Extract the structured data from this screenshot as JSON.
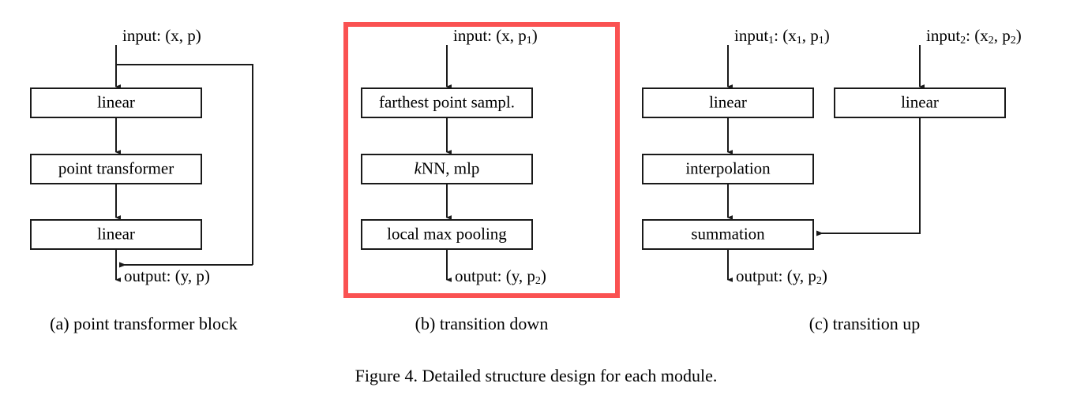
{
  "figure": {
    "caption": "Figure 4. Detailed structure design for each module.",
    "highlight_color": "#fa5252",
    "line_color": "#1a1a1a",
    "background_color": "#ffffff"
  },
  "panels": [
    {
      "id": "a",
      "caption": "(a) point transformer block",
      "highlighted": false,
      "input_labels": [
        {
          "name": "input-label-a",
          "text": "input: (x, p)"
        }
      ],
      "output_labels": [
        {
          "name": "output-label-a",
          "text": "output: (y, p)"
        }
      ],
      "boxes": [
        {
          "name": "block-linear-1",
          "label": "linear"
        },
        {
          "name": "block-point-transformer",
          "label": "point transformer"
        },
        {
          "name": "block-linear-2",
          "label": "linear"
        }
      ],
      "connections": [
        "input-to-linear-1",
        "residual-skip-branch",
        "linear-1-to-point-transformer",
        "point-transformer-to-linear-2",
        "linear-2-to-output",
        "residual-merge-arrow"
      ]
    },
    {
      "id": "b",
      "caption": "(b) transition down",
      "highlighted": true,
      "input_labels": [
        {
          "name": "input-label-b",
          "text": "input: (x, p",
          "sub": "1",
          "tail": ")"
        }
      ],
      "output_labels": [
        {
          "name": "output-label-b",
          "text": "output: (y, p",
          "sub": "2",
          "tail": ")"
        }
      ],
      "boxes": [
        {
          "name": "block-farthest-point-sampling",
          "label": "farthest point sampl."
        },
        {
          "name": "block-knn-mlp",
          "label_italic": "k",
          "label": "NN, mlp"
        },
        {
          "name": "block-local-max-pooling",
          "label": "local max pooling"
        }
      ],
      "connections": [
        "input-to-fps",
        "fps-to-knn",
        "knn-to-pooling",
        "pooling-to-output"
      ]
    },
    {
      "id": "c",
      "caption": "(c) transition up",
      "highlighted": false,
      "input_labels": [
        {
          "name": "input-label-c1",
          "text": "input",
          "sub": "1",
          "tail": ": (x",
          "sub2": "1",
          "tail2": ", p",
          "sub3": "1",
          "tail3": ")"
        },
        {
          "name": "input-label-c2",
          "text": "input",
          "sub": "2",
          "tail": ": (x",
          "sub2": "2",
          "tail2": ", p",
          "sub3": "2",
          "tail3": ")"
        }
      ],
      "output_labels": [
        {
          "name": "output-label-c",
          "text": "output: (y, p",
          "sub": "2",
          "tail": ")"
        }
      ],
      "boxes": [
        {
          "name": "block-linear-left",
          "label": "linear"
        },
        {
          "name": "block-linear-right",
          "label": "linear"
        },
        {
          "name": "block-interpolation",
          "label": "interpolation"
        },
        {
          "name": "block-summation",
          "label": "summation"
        }
      ],
      "connections": [
        "input1-to-linear-left",
        "input2-to-linear-right",
        "linear-left-to-interpolation",
        "interpolation-to-summation",
        "linear-right-to-summation",
        "summation-to-output"
      ]
    }
  ]
}
